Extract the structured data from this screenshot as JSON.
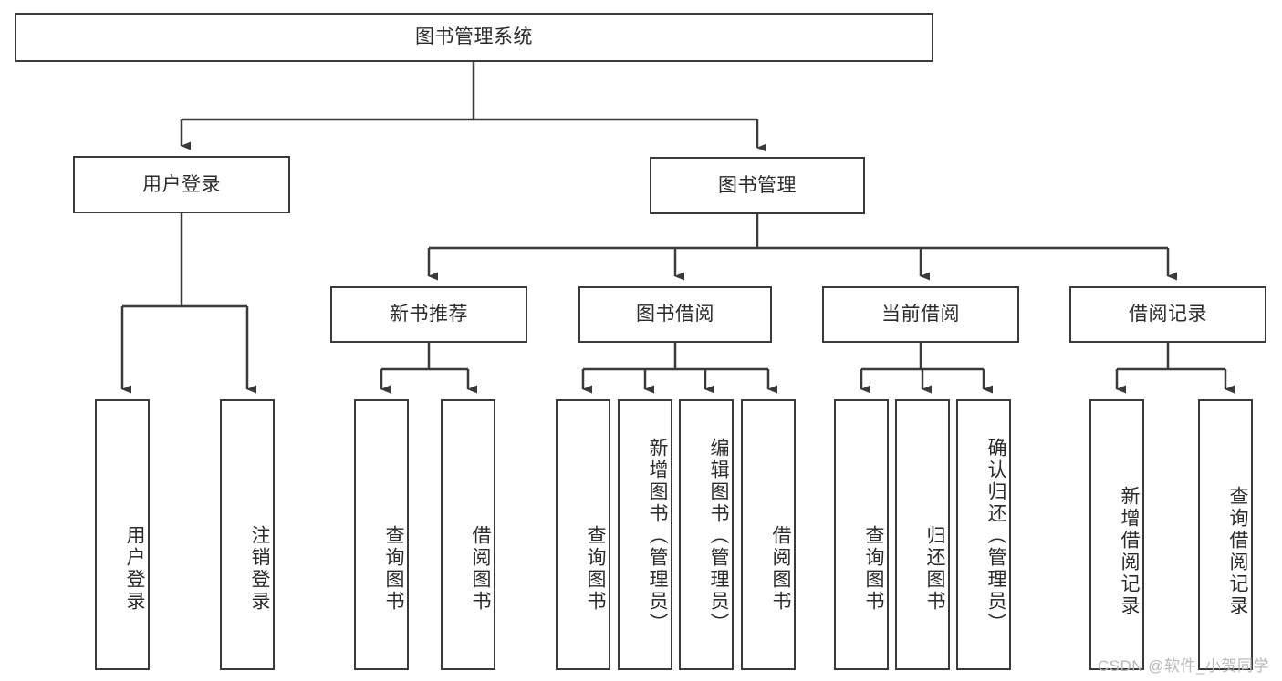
{
  "diagram": {
    "title_node": {
      "label": "图书管理系统"
    },
    "level2": [
      {
        "id": "user-login",
        "label": "用户登录"
      },
      {
        "id": "book-management",
        "label": "图书管理"
      }
    ],
    "level3": [
      {
        "id": "new-book-recommend",
        "label": "新书推荐"
      },
      {
        "id": "book-borrow",
        "label": "图书借阅"
      },
      {
        "id": "current-borrow",
        "label": "当前借阅"
      },
      {
        "id": "borrow-record",
        "label": "借阅记录"
      }
    ],
    "leaves": {
      "user_login": [
        {
          "id": "leaf-user-login",
          "label": "用户登录"
        },
        {
          "id": "leaf-logout",
          "label": "注销登录"
        }
      ],
      "new_book_recommend": [
        {
          "id": "leaf-query-book-1",
          "label": "查询图书"
        },
        {
          "id": "leaf-borrow-book-1",
          "label": "借阅图书"
        }
      ],
      "book_borrow": [
        {
          "id": "leaf-query-book-2",
          "label": "查询图书"
        },
        {
          "id": "leaf-add-book",
          "label": "新增图书（管理员）"
        },
        {
          "id": "leaf-edit-book",
          "label": "编辑图书（管理员）"
        },
        {
          "id": "leaf-borrow-book-2",
          "label": "借阅图书"
        }
      ],
      "current_borrow": [
        {
          "id": "leaf-query-book-3",
          "label": "查询图书"
        },
        {
          "id": "leaf-return-book",
          "label": "归还图书"
        },
        {
          "id": "leaf-confirm-return",
          "label": "确认归还（管理员）"
        }
      ],
      "borrow_record": [
        {
          "id": "leaf-add-record",
          "label": "新增借阅记录"
        },
        {
          "id": "leaf-query-record",
          "label": "查询借阅记录"
        }
      ]
    }
  },
  "watermark": {
    "text": "CSDN @软件_小贺同学"
  },
  "colors": {
    "stroke": "#3a3a3a",
    "background": "#ffffff",
    "text": "#2b2b2b",
    "watermark": "#b9b9b9"
  }
}
